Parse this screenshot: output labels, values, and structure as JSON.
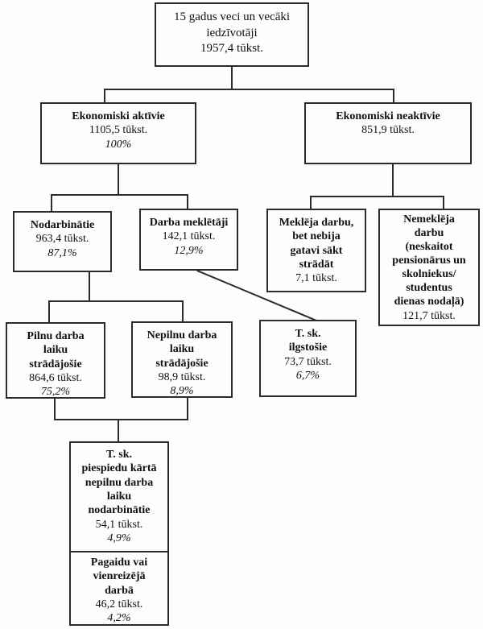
{
  "page": {
    "background_color": "#fdfdfd",
    "line_color": "#2b2b2b",
    "text_color": "#111111"
  },
  "diagram": {
    "nodes": {
      "total": {
        "title": "15 gadus veci un vecāki\niedzīvotāji",
        "value": "1957,4 tūkst."
      },
      "econ_active": {
        "title": "Ekonomiski aktīvie",
        "value": "1105,5 tūkst.",
        "percent": "100%"
      },
      "econ_inactive": {
        "title": "Ekonomiski neaktīvie",
        "value": "851,9 tūkst."
      },
      "employed": {
        "title": "Nodarbinātie",
        "value": "963,4 tūkst.",
        "percent": "87,1%"
      },
      "job_seekers": {
        "title": "Darba meklētāji",
        "value": "142,1 tūkst.",
        "percent": "12,9%"
      },
      "sought_not_ready": {
        "title": "Meklēja darbu,\nbet nebija\ngatavi sākt\nstrādāt",
        "value": "7,1 tūkst."
      },
      "not_seeking": {
        "title": "Nemeklēja\ndarbu\n(neskaitot\npensionārus un\nskolniekus/\nstudentus\ndienas nodaļā)",
        "value": "121,7 tūkst."
      },
      "full_time": {
        "title": "Pilnu darba\nlaiku\nstrādājošie",
        "value": "864,6 tūkst.",
        "percent": "75,2%"
      },
      "part_time": {
        "title": "Nepilnu darba\nlaiku\nstrādājošie",
        "value": "98,9 tūkst.",
        "percent": "8,9%"
      },
      "long_term": {
        "title": "T. sk.\nilgstošie",
        "value": "73,7 tūkst.",
        "percent": "6,7%"
      },
      "involuntary_part_time": {
        "title": "T. sk.\npiespiedu kārtā\nnepilnu darba\nlaiku\nnodarbinātie",
        "value": "54,1 tūkst.",
        "percent": "4,9%"
      },
      "temporary_work": {
        "title": "Pagaidu vai\nvienreizējā\ndarbā",
        "value": "46,2 tūkst.",
        "percent": "4,2%"
      }
    }
  }
}
